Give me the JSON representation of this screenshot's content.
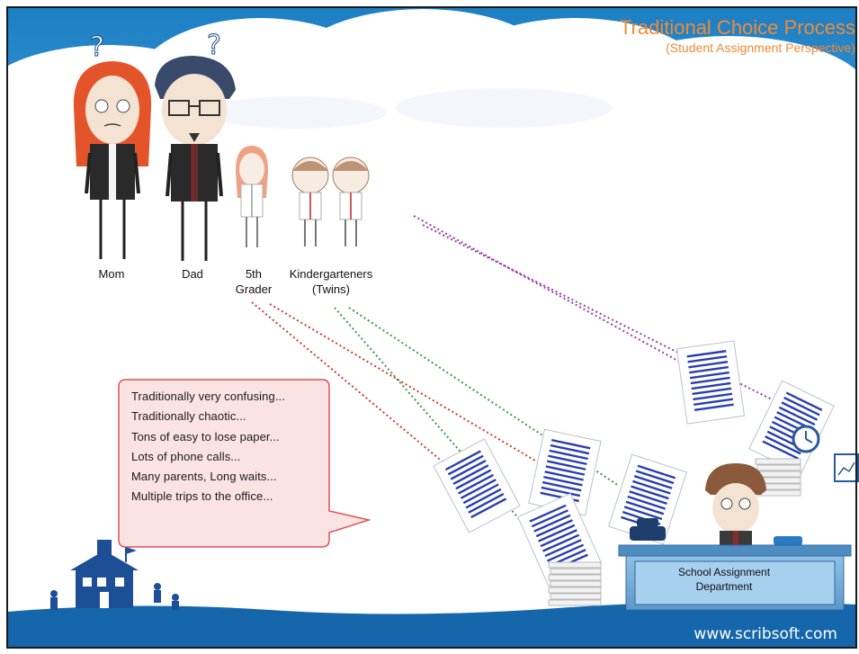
{
  "title": {
    "line1": "Traditional Choice Process",
    "line2": "(Student Assignment Perspective)"
  },
  "people": [
    {
      "id": "mom",
      "label_line1": "Mom",
      "label_line2": ""
    },
    {
      "id": "dad",
      "label_line1": "Dad",
      "label_line2": ""
    },
    {
      "id": "fifth-grader",
      "label_line1": "5th",
      "label_line2": "Grader"
    },
    {
      "id": "kindergarteners",
      "label_line1": "Kindergarteners",
      "label_line2": "(Twins)"
    }
  ],
  "question_marks": [
    "?",
    "?"
  ],
  "bubble": {
    "lines": [
      "Traditionally very confusing...",
      "Traditionally chaotic...",
      "Tons of easy to lose paper...",
      "Lots of phone calls...",
      "Many parents, Long waits...",
      "Multiple trips to the office..."
    ]
  },
  "desk": {
    "label_line1": "School Assignment",
    "label_line2": "Department"
  },
  "footer": {
    "url": "www.scribsoft.com"
  },
  "colors": {
    "sky": "#1d7fc4",
    "footer_bar": "#1566ab",
    "title": "#f28a36",
    "bubble_fill": "#fbe3e4",
    "bubble_border": "#d9535a",
    "line_red": "#d23a2a",
    "line_green": "#3a9a3a",
    "line_purple": "#9a3aa6",
    "paper_lines": "#2a3fb0",
    "desk": "#6fa9d6"
  }
}
